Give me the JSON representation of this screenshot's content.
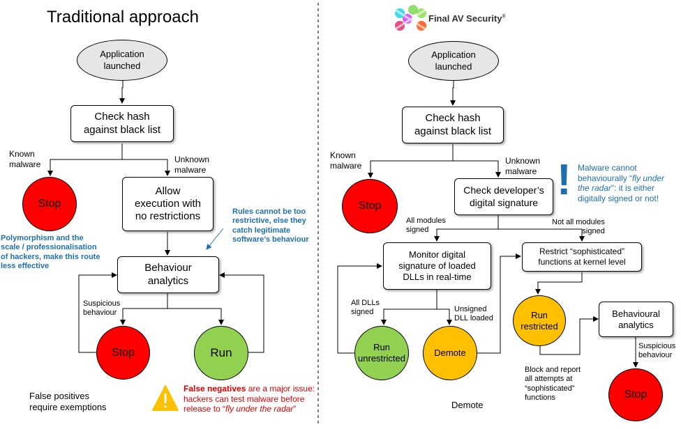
{
  "left": {
    "title": "Traditional approach",
    "start": "Application\nlaunched",
    "check_hash": "Check hash\nagainst black list",
    "known_malware": "Known\nmalware",
    "unknown_malware": "Unknown\nmalware",
    "stop_top": "Stop",
    "allow_exec": "Allow\nexecution with\nno restrictions",
    "polymorphism_note": "Polymorphism and the\nscale / professionalisation\nof hackers, make this route\nless effective",
    "rules_note": "Rules cannot be too\nrestrictive, else they\ncatch legitimate\nsoftware’s behaviour",
    "behaviour_analytics": "Behaviour\nanalytics",
    "suspicious_behaviour": "Suspicious\nbehaviour",
    "stop_bottom": "Stop",
    "run": "Run",
    "false_positives": "False positives\nrequire exemptions",
    "false_negatives_bold": "False negatives",
    "false_negatives_rest": " are a major issue: hackers can test malware before release to “",
    "false_negatives_italic": "fly under the radar",
    "false_negatives_end": "”"
  },
  "right": {
    "brand": "Final AV Security",
    "brand_mark": "®",
    "start": "Application\nlaunched",
    "check_hash": "Check hash\nagainst black list",
    "known_malware": "Known\nmalware",
    "unknown_malware": "Unknown\nmalware",
    "stop_top": "Stop",
    "check_dev_sig": "Check developer’s\ndigital signature",
    "callout_a": "Malware cannot\nbehaviourally “",
    "callout_italic": "fly under\nthe radar",
    "callout_b": "”: it is either\ndigitally signed or not!",
    "exclamation": "!",
    "all_modules": "All modules\nsigned",
    "not_all_modules": "Not all modules\nsigned",
    "monitor_sig": "Monitor digital\nsignature of loaded\nDLLs in real-time",
    "restrict": "Restrict “sophisticated”\nfunctions at kernel level",
    "all_dlls": "All DLLs\nsigned",
    "unsigned_dll": "Unsigned\nDLL loaded",
    "run_unrestricted": "Run\nunrestricted",
    "demote_circle": "Demote",
    "demote_label": "Demote",
    "run_restricted": "Run\nrestricted",
    "behavioural_analytics": "Behavioural\nanalytics",
    "suspicious_behaviour": "Suspicious\nbehaviour",
    "block_report": "Block and report\nall attempts at\n“sophisticated”\nfunctions",
    "stop_bottom": "Stop"
  },
  "colors": {
    "stop": "#ff0000",
    "run": "#92d050",
    "restricted": "#ffc000",
    "note_blue": "#1f6fb0",
    "warning_red": "#e00000",
    "oval_fill": "#e6e6e6"
  },
  "icons": {
    "warning": "warning-icon",
    "logo": "brand-logo-icon"
  }
}
